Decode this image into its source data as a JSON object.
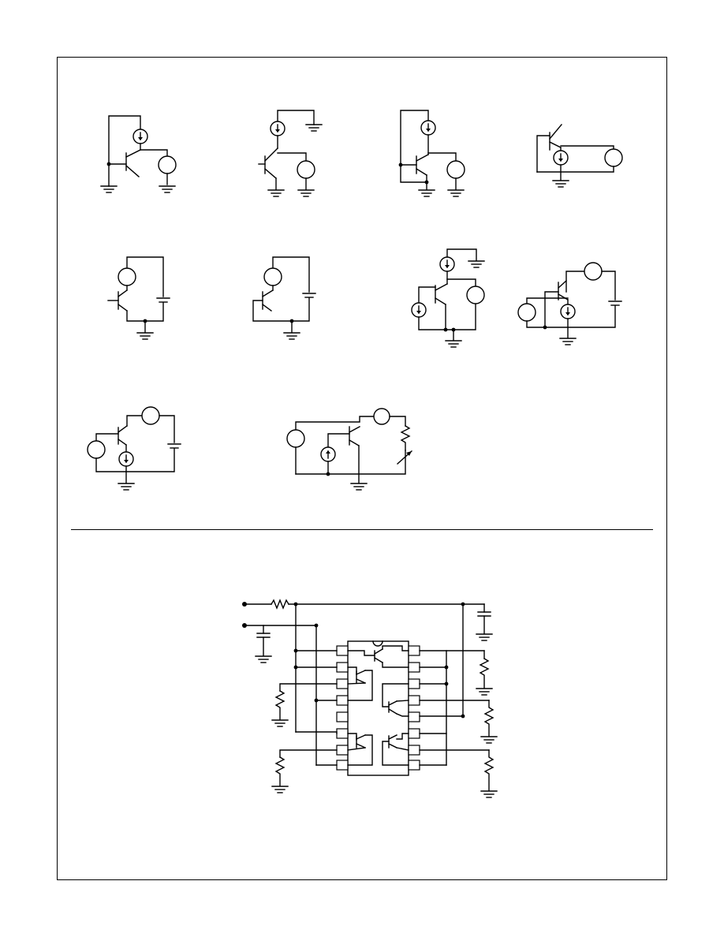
{
  "page": {
    "background": "#ffffff",
    "line_color": "#000000"
  },
  "sections": [
    {
      "name": "test-circuits",
      "cell_count": 10
    },
    {
      "name": "application-schematic",
      "package_pin_count": 14
    }
  ]
}
